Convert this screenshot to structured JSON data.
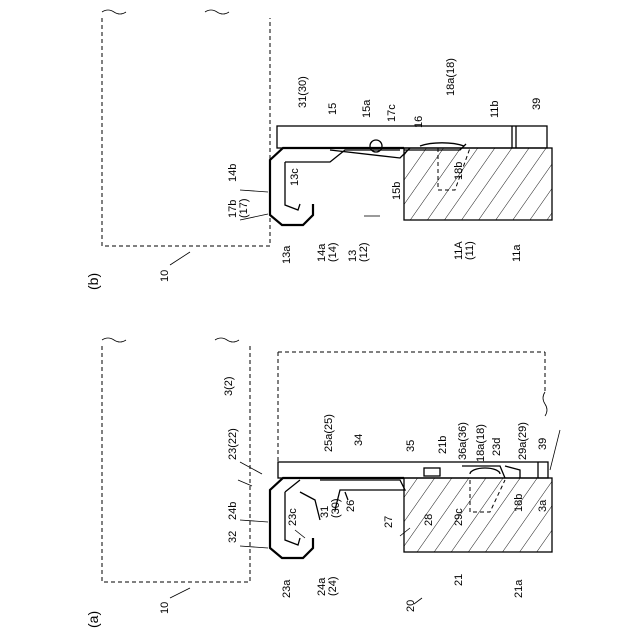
{
  "view_a": {
    "caption": "(a)",
    "labels": {
      "l10": "10",
      "l20": "20",
      "l21": "21",
      "l21a": "21a",
      "l23a": "23a",
      "l24a": "24a\n(24)",
      "l32": "32",
      "l24b": "24b",
      "l23_22": "23(22)",
      "l23c": "23c",
      "l31_30": "31\n(30)",
      "l26": "26",
      "l27": "27",
      "l28": "28",
      "l29c": "29c",
      "l18b": "18b",
      "l3a": "3a",
      "l39": "39",
      "l29a": "29a(29)",
      "l23d": "23d",
      "l18a": "18a(18)",
      "l36a": "36a(36)",
      "l21b": "21b",
      "l35": "35",
      "l34": "34",
      "l25a": "25a(25)",
      "l3_2": "3(2)"
    }
  },
  "view_b": {
    "caption": "(b)",
    "labels": {
      "l10": "10",
      "l13a": "13a",
      "l14a": "14a\n(14)",
      "l17b": "17b\n(17)",
      "l14b": "14b",
      "l13c": "13c",
      "l13_12": "13\n(12)",
      "l31_30": "31(30)",
      "l15": "15",
      "l15a": "15a",
      "l17c": "17c",
      "l15b": "15b",
      "l16": "16",
      "l18a": "18a(18)",
      "l18b": "18b",
      "l11b": "11b",
      "l39": "39",
      "l11A": "11A\n(11)",
      "l11a": "11a"
    }
  }
}
